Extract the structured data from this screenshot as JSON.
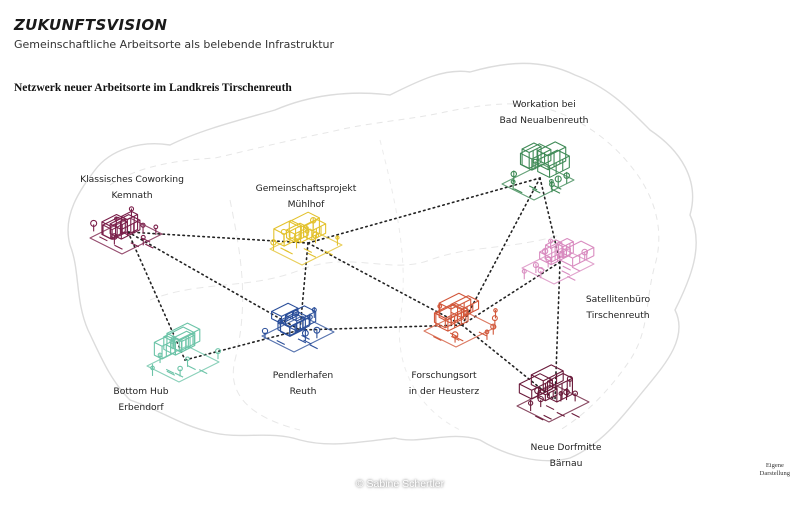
{
  "header": {
    "title": "ZUKUNFTSVISION",
    "subtitle": "Gemeinschaftliche Arbeitsorte als belebende Infrastruktur",
    "section_title": "Netzwerk neuer Arbeitsorte im Landkreis Tirschenreuth"
  },
  "nodes": [
    {
      "id": "kemnath",
      "line1": "Klassisches Coworking",
      "line2": "Kemnath",
      "color": "#7a1f4a"
    },
    {
      "id": "muehlhof",
      "line1": "Gemeinschaftsprojekt",
      "line2": "Mühlhof",
      "color": "#e3c22e"
    },
    {
      "id": "bad-neualbenreuth",
      "line1": "Workation bei",
      "line2": "Bad Neualbenreuth",
      "color": "#3f8a56"
    },
    {
      "id": "tirschenreuth",
      "line1": "Satellitenbüro",
      "line2": "Tirschenreuth",
      "color": "#d98cc0"
    },
    {
      "id": "erbendorf",
      "line1": "Bottom Hub",
      "line2": "Erbendorf",
      "color": "#6cc4a8"
    },
    {
      "id": "reuth",
      "line1": "Pendlerhafen",
      "line2": "Reuth",
      "color": "#2b4f9a"
    },
    {
      "id": "heusterz",
      "line1": "Forschungsort",
      "line2": "in der Heusterz",
      "color": "#d2573a"
    },
    {
      "id": "baernau",
      "line1": "Neue Dorfmitte",
      "line2": "Bärnau",
      "color": "#6a1a3a"
    }
  ],
  "connections": [
    [
      "kemnath",
      "muehlhof"
    ],
    [
      "kemnath",
      "reuth"
    ],
    [
      "kemnath",
      "erbendorf"
    ],
    [
      "muehlhof",
      "reuth"
    ],
    [
      "muehlhof",
      "bad-neualbenreuth"
    ],
    [
      "muehlhof",
      "heusterz"
    ],
    [
      "erbendorf",
      "reuth"
    ],
    [
      "reuth",
      "heusterz"
    ],
    [
      "heusterz",
      "bad-neualbenreuth"
    ],
    [
      "heusterz",
      "tirschenreuth"
    ],
    [
      "heusterz",
      "baernau"
    ],
    [
      "tirschenreuth",
      "bad-neualbenreuth"
    ],
    [
      "tirschenreuth",
      "baernau"
    ]
  ],
  "footer": {
    "credit": "© Sabine Schertler",
    "source_line1": "Eigene",
    "source_line2": "Darstellung"
  }
}
